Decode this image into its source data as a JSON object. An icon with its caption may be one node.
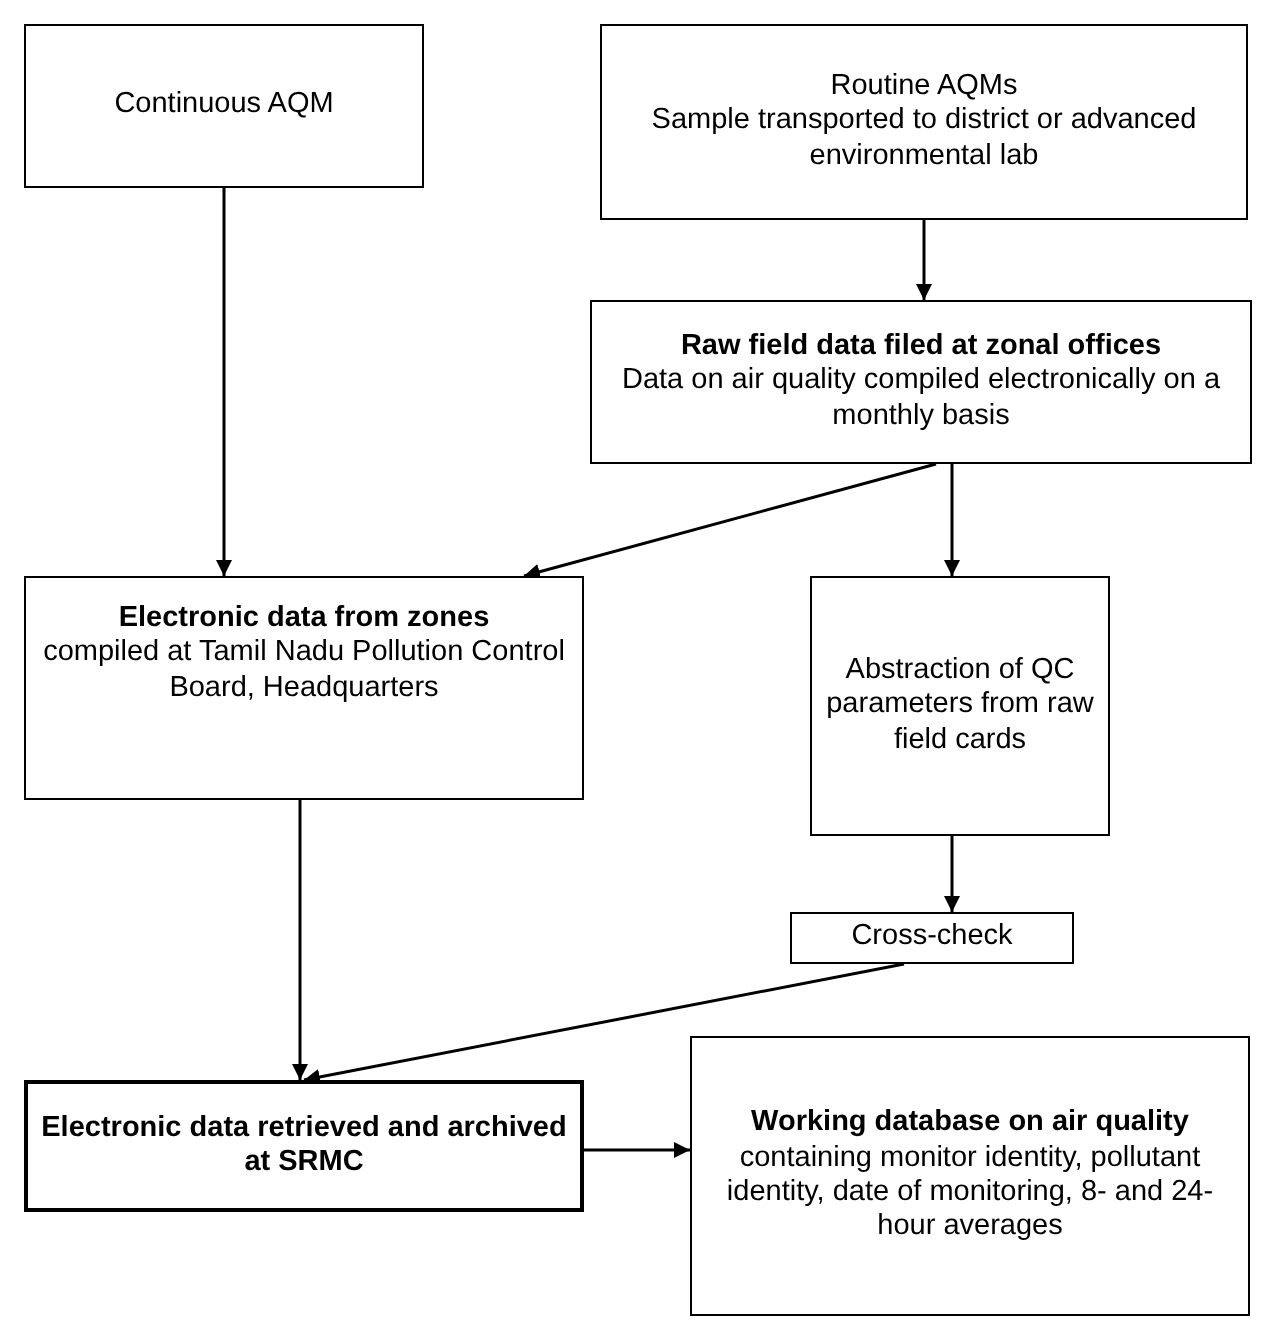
{
  "diagram": {
    "nodes": [
      {
        "text": [
          "Continuous AQM"
        ]
      },
      {
        "text": [
          "Routine AQMs",
          "Sample transported to district or advanced environmental lab"
        ]
      },
      {
        "text": [
          "Raw field data filed at zonal offices",
          "Data on air quality compiled electronically on a monthly basis"
        ]
      },
      {
        "text": [
          "Electronic data from zones",
          "compiled at Tamil Nadu Pollution Control Board, Headquarters"
        ]
      },
      {
        "text": [
          "Abstraction of QC parameters from raw field cards"
        ]
      },
      {
        "text": [
          "Cross-check"
        ]
      },
      {
        "text": [
          "Electronic data retrieved and archived at SRMC"
        ]
      },
      {
        "text": [
          "**Working database on air quality** containing monitor identity, pollutant identity, date of monitoring, 8- and 24-hour averages"
        ]
      }
    ],
    "edges": [
      {
        "from": 0,
        "to": 3,
        "arrow": "to"
      },
      {
        "from": 1,
        "to": 2,
        "arrow": "to"
      },
      {
        "from": 2,
        "to": 3,
        "arrow": "to"
      },
      {
        "from": 2,
        "to": 4,
        "arrow": "to"
      },
      {
        "from": 4,
        "to": 5,
        "arrow": "to"
      },
      {
        "from": 3,
        "to": 6,
        "arrow": "to"
      },
      {
        "from": 5,
        "to": 6,
        "arrow": "to"
      },
      {
        "from": 6,
        "to": 7,
        "arrow": "to"
      }
    ]
  }
}
